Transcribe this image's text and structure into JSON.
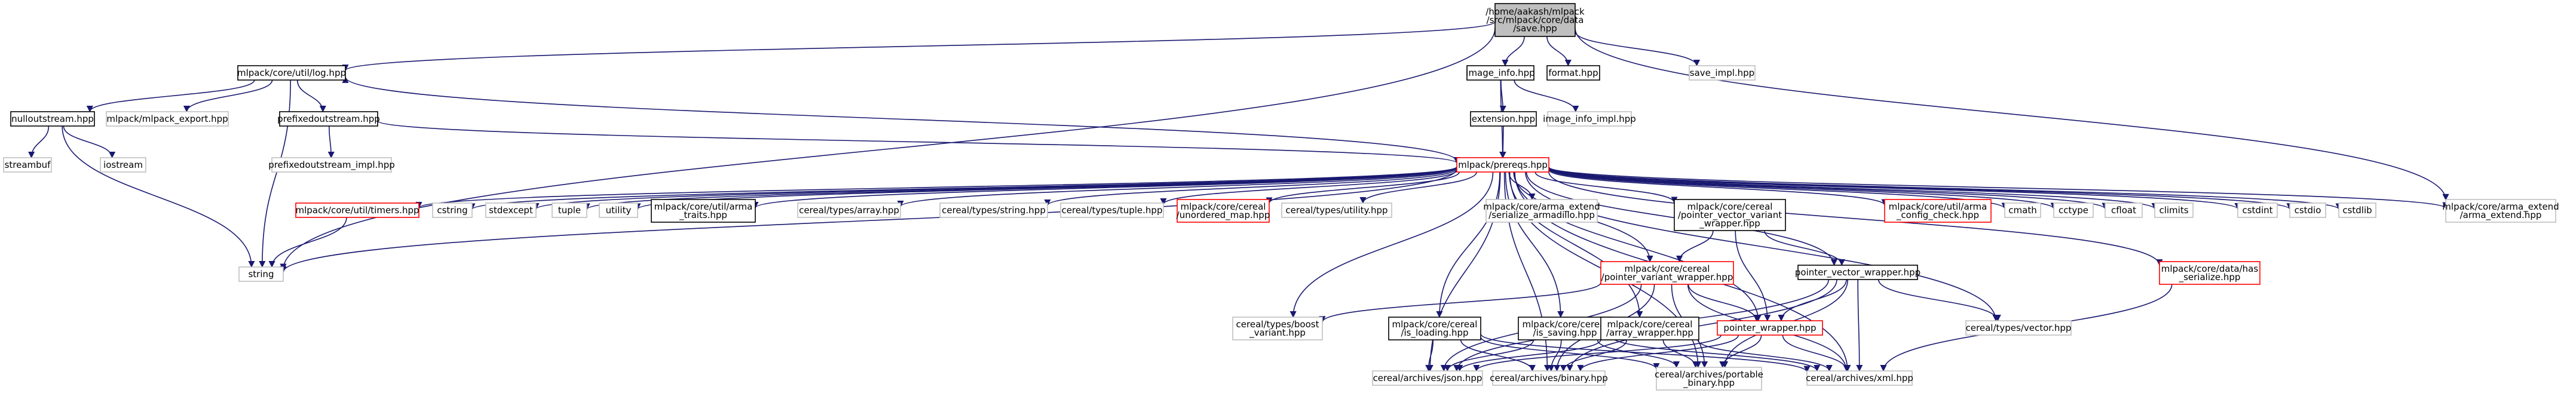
{
  "graph": {
    "title": "",
    "nodes": [
      {
        "id": "root",
        "lines": [
          "/home/aakash/mlpack",
          "/src/mlpack/core/data",
          "/save.hpp"
        ],
        "style": "root"
      },
      {
        "id": "log",
        "lines": [
          "mlpack/core/util/log.hpp"
        ],
        "style": "normal"
      },
      {
        "id": "image_info",
        "lines": [
          "image_info.hpp"
        ],
        "style": "normal"
      },
      {
        "id": "format",
        "lines": [
          "format.hpp"
        ],
        "style": "normal"
      },
      {
        "id": "save_impl",
        "lines": [
          "save_impl.hpp"
        ],
        "style": "external"
      },
      {
        "id": "nulloutstream",
        "lines": [
          "nulloutstream.hpp"
        ],
        "style": "normal"
      },
      {
        "id": "mlpack_export",
        "lines": [
          "mlpack/mlpack_export.hpp"
        ],
        "style": "external"
      },
      {
        "id": "prefixedoutstream",
        "lines": [
          "prefixedoutstream.hpp"
        ],
        "style": "normal"
      },
      {
        "id": "extension",
        "lines": [
          "extension.hpp"
        ],
        "style": "normal"
      },
      {
        "id": "image_info_impl",
        "lines": [
          "image_info_impl.hpp"
        ],
        "style": "external"
      },
      {
        "id": "streambuf",
        "lines": [
          "streambuf"
        ],
        "style": "external"
      },
      {
        "id": "iostream",
        "lines": [
          "iostream"
        ],
        "style": "external"
      },
      {
        "id": "prefixedoutstream_impl",
        "lines": [
          "prefixedoutstream_impl.hpp"
        ],
        "style": "external"
      },
      {
        "id": "prereqs",
        "lines": [
          "mlpack/prereqs.hpp"
        ],
        "style": "truncated"
      },
      {
        "id": "timers",
        "lines": [
          "mlpack/core/util/timers.hpp"
        ],
        "style": "truncated"
      },
      {
        "id": "cstring",
        "lines": [
          "cstring"
        ],
        "style": "external"
      },
      {
        "id": "stdexcept",
        "lines": [
          "stdexcept"
        ],
        "style": "external"
      },
      {
        "id": "tuple",
        "lines": [
          "tuple"
        ],
        "style": "external"
      },
      {
        "id": "utility",
        "lines": [
          "utility"
        ],
        "style": "external"
      },
      {
        "id": "arma_traits",
        "lines": [
          "mlpack/core/util/arma",
          "_traits.hpp"
        ],
        "style": "normal"
      },
      {
        "id": "cereal_array",
        "lines": [
          "cereal/types/array.hpp"
        ],
        "style": "external"
      },
      {
        "id": "cereal_string",
        "lines": [
          "cereal/types/string.hpp"
        ],
        "style": "external"
      },
      {
        "id": "cereal_tuple",
        "lines": [
          "cereal/types/tuple.hpp"
        ],
        "style": "external"
      },
      {
        "id": "unordered_map",
        "lines": [
          "mlpack/core/cereal",
          "/unordered_map.hpp"
        ],
        "style": "truncated"
      },
      {
        "id": "cereal_utility",
        "lines": [
          "cereal/types/utility.hpp"
        ],
        "style": "external"
      },
      {
        "id": "serialize_armadillo",
        "lines": [
          "mlpack/core/arma_extend",
          "/serialize_armadillo.hpp"
        ],
        "style": "external"
      },
      {
        "id": "pointer_vector_variant",
        "lines": [
          "mlpack/core/cereal",
          "/pointer_vector_variant",
          "_wrapper.hpp"
        ],
        "style": "normal"
      },
      {
        "id": "config_check",
        "lines": [
          "mlpack/core/util/arma",
          "_config_check.hpp"
        ],
        "style": "truncated"
      },
      {
        "id": "cmath",
        "lines": [
          "cmath"
        ],
        "style": "external"
      },
      {
        "id": "cctype",
        "lines": [
          "cctype"
        ],
        "style": "external"
      },
      {
        "id": "cfloat",
        "lines": [
          "cfloat"
        ],
        "style": "external"
      },
      {
        "id": "climits",
        "lines": [
          "climits"
        ],
        "style": "external"
      },
      {
        "id": "cstdint",
        "lines": [
          "cstdint"
        ],
        "style": "external"
      },
      {
        "id": "cstdio",
        "lines": [
          "cstdio"
        ],
        "style": "external"
      },
      {
        "id": "cstdlib",
        "lines": [
          "cstdlib"
        ],
        "style": "external"
      },
      {
        "id": "arma_extend",
        "lines": [
          "mlpack/core/arma_extend",
          "/arma_extend.hpp"
        ],
        "style": "external"
      },
      {
        "id": "string",
        "lines": [
          "string"
        ],
        "style": "external"
      },
      {
        "id": "pointer_variant_wrapper",
        "lines": [
          "mlpack/core/cereal",
          "/pointer_variant_wrapper.hpp"
        ],
        "style": "truncated"
      },
      {
        "id": "pointer_vector_wrapper",
        "lines": [
          "pointer_vector_wrapper.hpp"
        ],
        "style": "normal"
      },
      {
        "id": "has_serialize",
        "lines": [
          "mlpack/core/data/has",
          "_serialize.hpp"
        ],
        "style": "truncated"
      },
      {
        "id": "boost_variant",
        "lines": [
          "cereal/types/boost",
          "_variant.hpp"
        ],
        "style": "external"
      },
      {
        "id": "is_loading",
        "lines": [
          "mlpack/core/cereal",
          "/is_loading.hpp"
        ],
        "style": "normal"
      },
      {
        "id": "is_saving",
        "lines": [
          "mlpack/core/cereal",
          "/is_saving.hpp"
        ],
        "style": "normal"
      },
      {
        "id": "array_wrapper",
        "lines": [
          "mlpack/core/cereal",
          "/array_wrapper.hpp"
        ],
        "style": "normal"
      },
      {
        "id": "pointer_wrapper",
        "lines": [
          "pointer_wrapper.hpp"
        ],
        "style": "truncated"
      },
      {
        "id": "cereal_vector",
        "lines": [
          "cereal/types/vector.hpp"
        ],
        "style": "external"
      },
      {
        "id": "json",
        "lines": [
          "cereal/archives/json.hpp"
        ],
        "style": "external"
      },
      {
        "id": "binary",
        "lines": [
          "cereal/archives/binary.hpp"
        ],
        "style": "external"
      },
      {
        "id": "portable_binary",
        "lines": [
          "cereal/archives/portable",
          "_binary.hpp"
        ],
        "style": "external"
      },
      {
        "id": "xml",
        "lines": [
          "cereal/archives/xml.hpp"
        ],
        "style": "external"
      }
    ],
    "edges": [
      [
        "root",
        "log"
      ],
      [
        "root",
        "image_info"
      ],
      [
        "root",
        "format"
      ],
      [
        "root",
        "save_impl"
      ],
      [
        "root",
        "string"
      ],
      [
        "root",
        "arma_extend"
      ],
      [
        "log",
        "nulloutstream"
      ],
      [
        "log",
        "mlpack_export"
      ],
      [
        "log",
        "prefixedoutstream"
      ],
      [
        "log",
        "string"
      ],
      [
        "nulloutstream",
        "streambuf"
      ],
      [
        "nulloutstream",
        "iostream"
      ],
      [
        "nulloutstream",
        "string"
      ],
      [
        "prefixedoutstream",
        "prefixedoutstream_impl"
      ],
      [
        "prefixedoutstream",
        "prereqs"
      ],
      [
        "image_info",
        "extension"
      ],
      [
        "image_info",
        "image_info_impl"
      ],
      [
        "image_info",
        "prereqs"
      ],
      [
        "extension",
        "prereqs"
      ],
      [
        "prereqs",
        "log"
      ],
      [
        "prereqs",
        "timers"
      ],
      [
        "prereqs",
        "cstring"
      ],
      [
        "prereqs",
        "stdexcept"
      ],
      [
        "prereqs",
        "tuple"
      ],
      [
        "prereqs",
        "utility"
      ],
      [
        "prereqs",
        "arma_traits"
      ],
      [
        "prereqs",
        "cereal_array"
      ],
      [
        "prereqs",
        "cereal_string"
      ],
      [
        "prereqs",
        "cereal_tuple"
      ],
      [
        "prereqs",
        "unordered_map"
      ],
      [
        "prereqs",
        "cereal_utility"
      ],
      [
        "prereqs",
        "serialize_armadillo"
      ],
      [
        "prereqs",
        "pointer_vector_variant"
      ],
      [
        "prereqs",
        "config_check"
      ],
      [
        "prereqs",
        "cmath"
      ],
      [
        "prereqs",
        "cctype"
      ],
      [
        "prereqs",
        "cfloat"
      ],
      [
        "prereqs",
        "climits"
      ],
      [
        "prereqs",
        "cstdint"
      ],
      [
        "prereqs",
        "cstdio"
      ],
      [
        "prereqs",
        "cstdlib"
      ],
      [
        "prereqs",
        "arma_extend"
      ],
      [
        "prereqs",
        "string"
      ],
      [
        "prereqs",
        "pointer_variant_wrapper"
      ],
      [
        "prereqs",
        "pointer_vector_wrapper"
      ],
      [
        "prereqs",
        "has_serialize"
      ],
      [
        "prereqs",
        "boost_variant"
      ],
      [
        "prereqs",
        "is_loading"
      ],
      [
        "prereqs",
        "is_saving"
      ],
      [
        "prereqs",
        "array_wrapper"
      ],
      [
        "prereqs",
        "pointer_wrapper"
      ],
      [
        "prereqs",
        "cereal_vector"
      ],
      [
        "prereqs",
        "json"
      ],
      [
        "prereqs",
        "binary"
      ],
      [
        "prereqs",
        "portable_binary"
      ],
      [
        "prereqs",
        "xml"
      ],
      [
        "timers",
        "string"
      ],
      [
        "pointer_vector_variant",
        "pointer_variant_wrapper"
      ],
      [
        "pointer_vector_variant",
        "pointer_vector_wrapper"
      ],
      [
        "pointer_vector_variant",
        "pointer_wrapper"
      ],
      [
        "pointer_variant_wrapper",
        "boost_variant"
      ],
      [
        "pointer_variant_wrapper",
        "pointer_wrapper"
      ],
      [
        "pointer_variant_wrapper",
        "json"
      ],
      [
        "pointer_variant_wrapper",
        "binary"
      ],
      [
        "pointer_variant_wrapper",
        "portable_binary"
      ],
      [
        "pointer_variant_wrapper",
        "xml"
      ],
      [
        "pointer_vector_wrapper",
        "pointer_wrapper"
      ],
      [
        "pointer_vector_wrapper",
        "cereal_vector"
      ],
      [
        "pointer_vector_wrapper",
        "json"
      ],
      [
        "pointer_vector_wrapper",
        "binary"
      ],
      [
        "pointer_vector_wrapper",
        "portable_binary"
      ],
      [
        "pointer_vector_wrapper",
        "xml"
      ],
      [
        "has_serialize",
        "xml"
      ],
      [
        "is_loading",
        "json"
      ],
      [
        "is_loading",
        "binary"
      ],
      [
        "is_loading",
        "portable_binary"
      ],
      [
        "is_loading",
        "xml"
      ],
      [
        "is_saving",
        "json"
      ],
      [
        "is_saving",
        "binary"
      ],
      [
        "is_saving",
        "portable_binary"
      ],
      [
        "is_saving",
        "xml"
      ],
      [
        "array_wrapper",
        "json"
      ],
      [
        "array_wrapper",
        "binary"
      ],
      [
        "array_wrapper",
        "portable_binary"
      ],
      [
        "array_wrapper",
        "xml"
      ],
      [
        "pointer_wrapper",
        "json"
      ],
      [
        "pointer_wrapper",
        "binary"
      ],
      [
        "pointer_wrapper",
        "portable_binary"
      ],
      [
        "pointer_wrapper",
        "xml"
      ]
    ]
  },
  "colors": {
    "edge": "#191970",
    "root_fill": "#bfbfbf",
    "normal_border": "#000000",
    "external_border": "#bfbfbf",
    "truncated_border": "#ff0000",
    "text": "#000000",
    "truncated_text": "#ff0000"
  }
}
